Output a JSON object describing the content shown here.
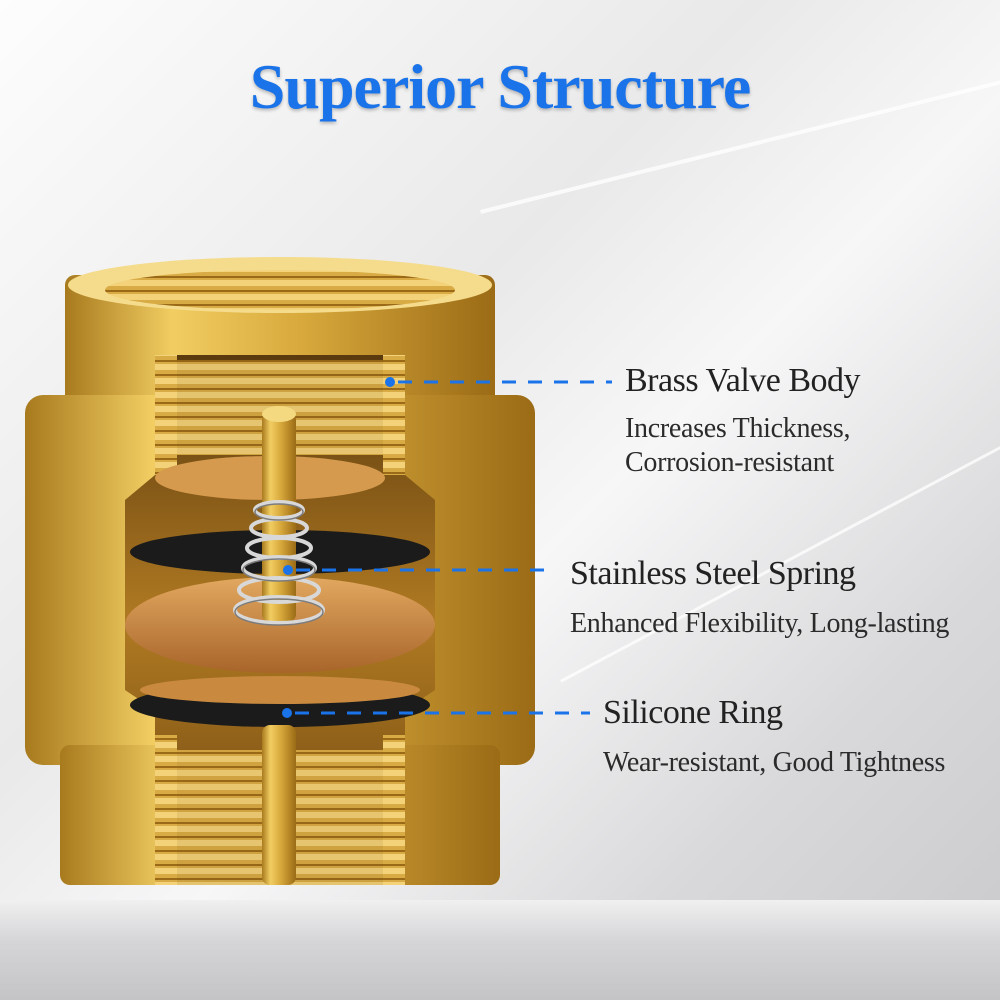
{
  "title": "Superior Structure",
  "callouts": [
    {
      "heading": "Brass Valve Body",
      "lines": [
        "Increases Thickness,",
        "Corrosion-resistant"
      ]
    },
    {
      "heading": "Stainless Steel Spring",
      "lines": [
        "Enhanced Flexibility, Long-lasting"
      ]
    },
    {
      "heading": "Silicone Ring",
      "lines": [
        "Wear-resistant, Good Tightness"
      ]
    }
  ],
  "colors": {
    "accent": "#1a73e8",
    "brass": "#d4a53a",
    "dark_brass": "#8a5a14",
    "seal": "#1b1b1b"
  },
  "icons": {
    "pointer": "dot-icon"
  }
}
